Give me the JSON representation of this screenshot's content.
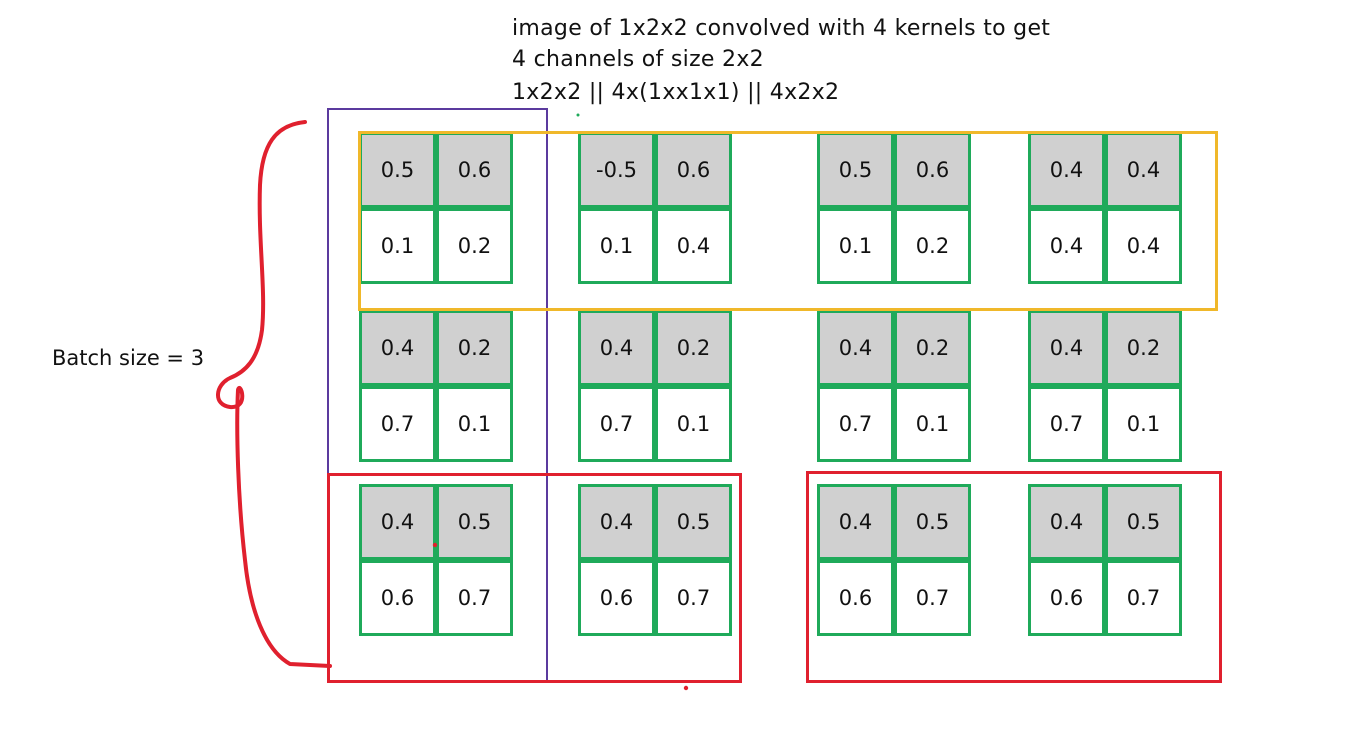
{
  "header": {
    "line1": "image of 1x2x2 convolved with 4 kernels to get",
    "line2": "4 channels of size 2x2",
    "line3": "1x2x2 || 4x(1xx1x1) || 4x2x2"
  },
  "batch_label": "Batch size = 3",
  "rows": [
    {
      "channels": [
        [
          "0.5",
          "0.6",
          "0.1",
          "0.2"
        ],
        [
          "-0.5",
          "0.6",
          "0.1",
          "0.4"
        ],
        [
          "0.5",
          "0.6",
          "0.1",
          "0.2"
        ],
        [
          "0.4",
          "0.4",
          "0.4",
          "0.4"
        ]
      ]
    },
    {
      "channels": [
        [
          "0.4",
          "0.2",
          "0.7",
          "0.1"
        ],
        [
          "0.4",
          "0.2",
          "0.7",
          "0.1"
        ],
        [
          "0.4",
          "0.2",
          "0.7",
          "0.1"
        ],
        [
          "0.4",
          "0.2",
          "0.7",
          "0.1"
        ]
      ]
    },
    {
      "channels": [
        [
          "0.4",
          "0.5",
          "0.6",
          "0.7"
        ],
        [
          "0.4",
          "0.5",
          "0.6",
          "0.7"
        ],
        [
          "0.4",
          "0.5",
          "0.6",
          "0.7"
        ],
        [
          "0.4",
          "0.5",
          "0.6",
          "0.7"
        ]
      ]
    }
  ],
  "colors": {
    "grid_border": "#1faa5a",
    "top_cell_fill": "#d0d0d0",
    "batch_brace": "#e0202e",
    "channel_column": "#5b3a9e",
    "image_row": "#f0b82a",
    "channel_group": "#e0202e"
  }
}
